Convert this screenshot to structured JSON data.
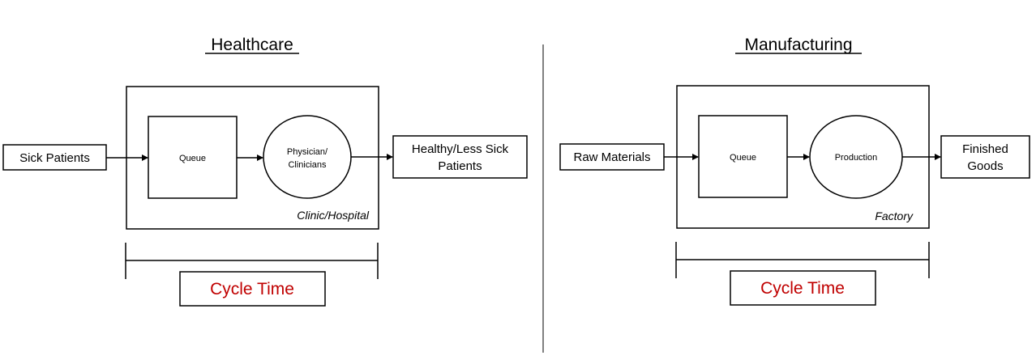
{
  "colors": {
    "line": "#000000",
    "cycle_text": "#c00000",
    "background": "#ffffff"
  },
  "healthcare": {
    "title": "Healthcare",
    "input": "Sick Patients",
    "queue": "Queue",
    "server_line1": "Physician/",
    "server_line2": "Clinicians",
    "output_line1": "Healthy/Less Sick",
    "output_line2": "Patients",
    "container": "Clinic/Hospital",
    "cycle": "Cycle Time"
  },
  "manufacturing": {
    "title": "Manufacturing",
    "input": "Raw Materials",
    "queue": "Queue",
    "server": "Production",
    "output_line1": "Finished",
    "output_line2": "Goods",
    "container": "Factory",
    "cycle": "Cycle Time"
  }
}
